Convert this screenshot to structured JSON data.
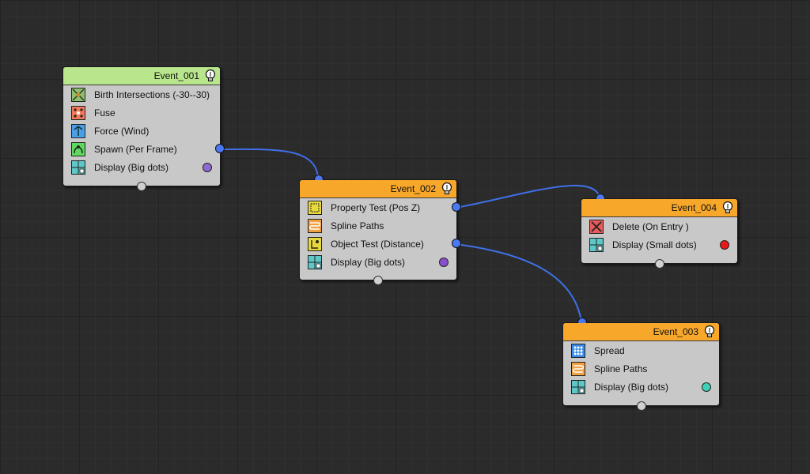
{
  "colors": {
    "header_birth": "#b9e68c",
    "header_event": "#f7a72a",
    "wire": "#3f70e8",
    "port": "#4a78f0"
  },
  "nodes": {
    "event_001": {
      "title": "Event_001",
      "operators": [
        {
          "label": "Birth Intersections (-30--30)",
          "icon": "birth-intersections-icon"
        },
        {
          "label": "Fuse",
          "icon": "fuse-icon"
        },
        {
          "label": "Force (Wind)",
          "icon": "force-icon"
        },
        {
          "label": "Spawn (Per Frame)",
          "icon": "spawn-icon"
        },
        {
          "label": "Display (Big dots)",
          "icon": "display-icon",
          "dot_color": "#8a6cd0"
        }
      ]
    },
    "event_002": {
      "title": "Event_002",
      "operators": [
        {
          "label": "Property Test (Pos Z)",
          "icon": "property-test-icon"
        },
        {
          "label": "Spline Paths",
          "icon": "spline-paths-icon"
        },
        {
          "label": "Object Test (Distance)",
          "icon": "object-test-icon"
        },
        {
          "label": "Display (Big dots)",
          "icon": "display-icon",
          "dot_color": "#8a4fd0"
        }
      ]
    },
    "event_003": {
      "title": "Event_003",
      "operators": [
        {
          "label": "Spread",
          "icon": "spread-icon"
        },
        {
          "label": "Spline Paths",
          "icon": "spline-paths-icon"
        },
        {
          "label": "Display (Big dots)",
          "icon": "display-icon",
          "dot_color": "#3fd0b8"
        }
      ]
    },
    "event_004": {
      "title": "Event_004",
      "operators": [
        {
          "label": "Delete (On Entry )",
          "icon": "delete-icon"
        },
        {
          "label": "Display (Small dots)",
          "icon": "display-icon",
          "dot_color": "#e81818"
        }
      ]
    }
  }
}
